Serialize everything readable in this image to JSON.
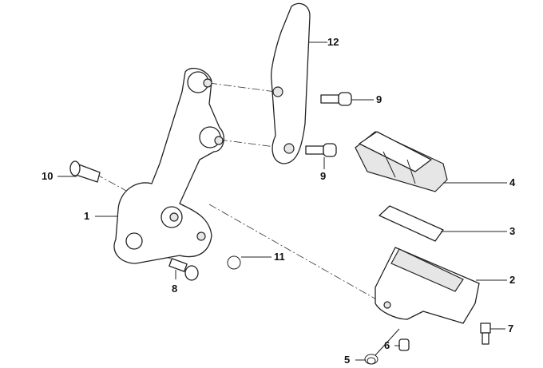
{
  "diagram": {
    "type": "exploded parts diagram",
    "callouts": [
      {
        "id": "callout-12",
        "label": "12"
      },
      {
        "id": "callout-9a",
        "label": "9"
      },
      {
        "id": "callout-9b",
        "label": "9"
      },
      {
        "id": "callout-4",
        "label": "4"
      },
      {
        "id": "callout-10",
        "label": "10"
      },
      {
        "id": "callout-1",
        "label": "1"
      },
      {
        "id": "callout-3",
        "label": "3"
      },
      {
        "id": "callout-11",
        "label": "11"
      },
      {
        "id": "callout-2",
        "label": "2"
      },
      {
        "id": "callout-8",
        "label": "8"
      },
      {
        "id": "callout-7",
        "label": "7"
      },
      {
        "id": "callout-6",
        "label": "6"
      },
      {
        "id": "callout-5",
        "label": "5"
      }
    ]
  }
}
